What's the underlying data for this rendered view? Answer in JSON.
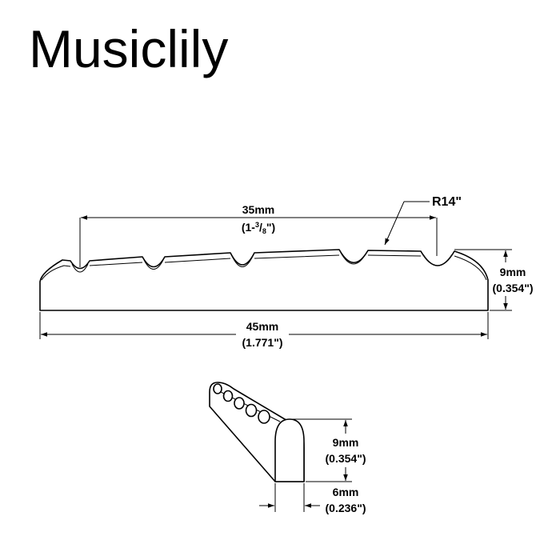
{
  "brand": {
    "name": "Musiclily"
  },
  "front_view": {
    "top_span": {
      "value": "35mm",
      "imperial_whole": "(1-",
      "imperial_num": "3",
      "imperial_den": "8",
      "imperial_end": "\")"
    },
    "overall_length": {
      "value": "45mm",
      "imperial": "(1.771\")"
    },
    "height": {
      "value": "9mm",
      "imperial": "(0.354\")"
    },
    "radius": {
      "value": "R14\""
    }
  },
  "side_view": {
    "height": {
      "value": "9mm",
      "imperial": "(0.354\")"
    },
    "width": {
      "value": "6mm",
      "imperial": "(0.236\")"
    }
  },
  "colors": {
    "ink": "#000000",
    "background": "#ffffff"
  }
}
